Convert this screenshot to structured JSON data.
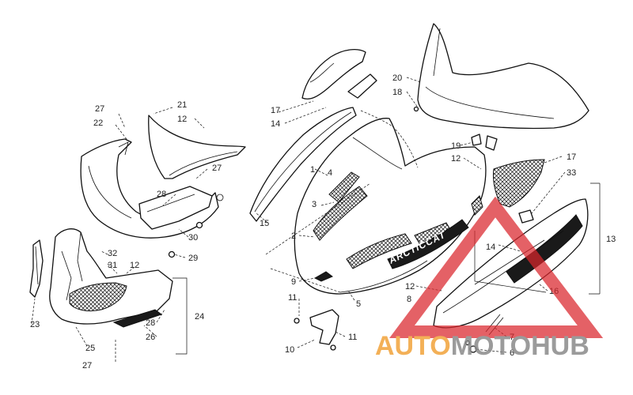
{
  "callouts": {
    "c27a": "27",
    "c22": "22",
    "c21": "21",
    "c12a": "12",
    "c27b": "27",
    "c28a": "28",
    "c30": "30",
    "c29": "29",
    "c32": "32",
    "c31": "31",
    "c12b": "12",
    "c23": "23",
    "c28b": "28",
    "c24": "24",
    "c26": "26",
    "c25": "25",
    "c27c": "27",
    "c17a": "17",
    "c14a": "14",
    "c1": "1",
    "c4": "4",
    "c3": "3",
    "c15": "15",
    "c2": "2",
    "c9": "9",
    "c11a": "11",
    "c10": "10",
    "c11b": "11",
    "c5": "5",
    "c12c": "12",
    "c8": "8",
    "c20": "20",
    "c18": "18",
    "c19": "19",
    "c12d": "12",
    "c17b": "17",
    "c33": "33",
    "c13": "13",
    "c14b": "14",
    "c16": "16",
    "c7": "7",
    "c6": "6"
  },
  "decal_text": "ARCTICCAT",
  "watermark": {
    "part1": "AUTO",
    "part2": "MOTO",
    "part3": "HUB",
    "colors": {
      "orange": "#f2a33a",
      "gray": "#8a8a8a",
      "red": "#d9262b"
    }
  }
}
